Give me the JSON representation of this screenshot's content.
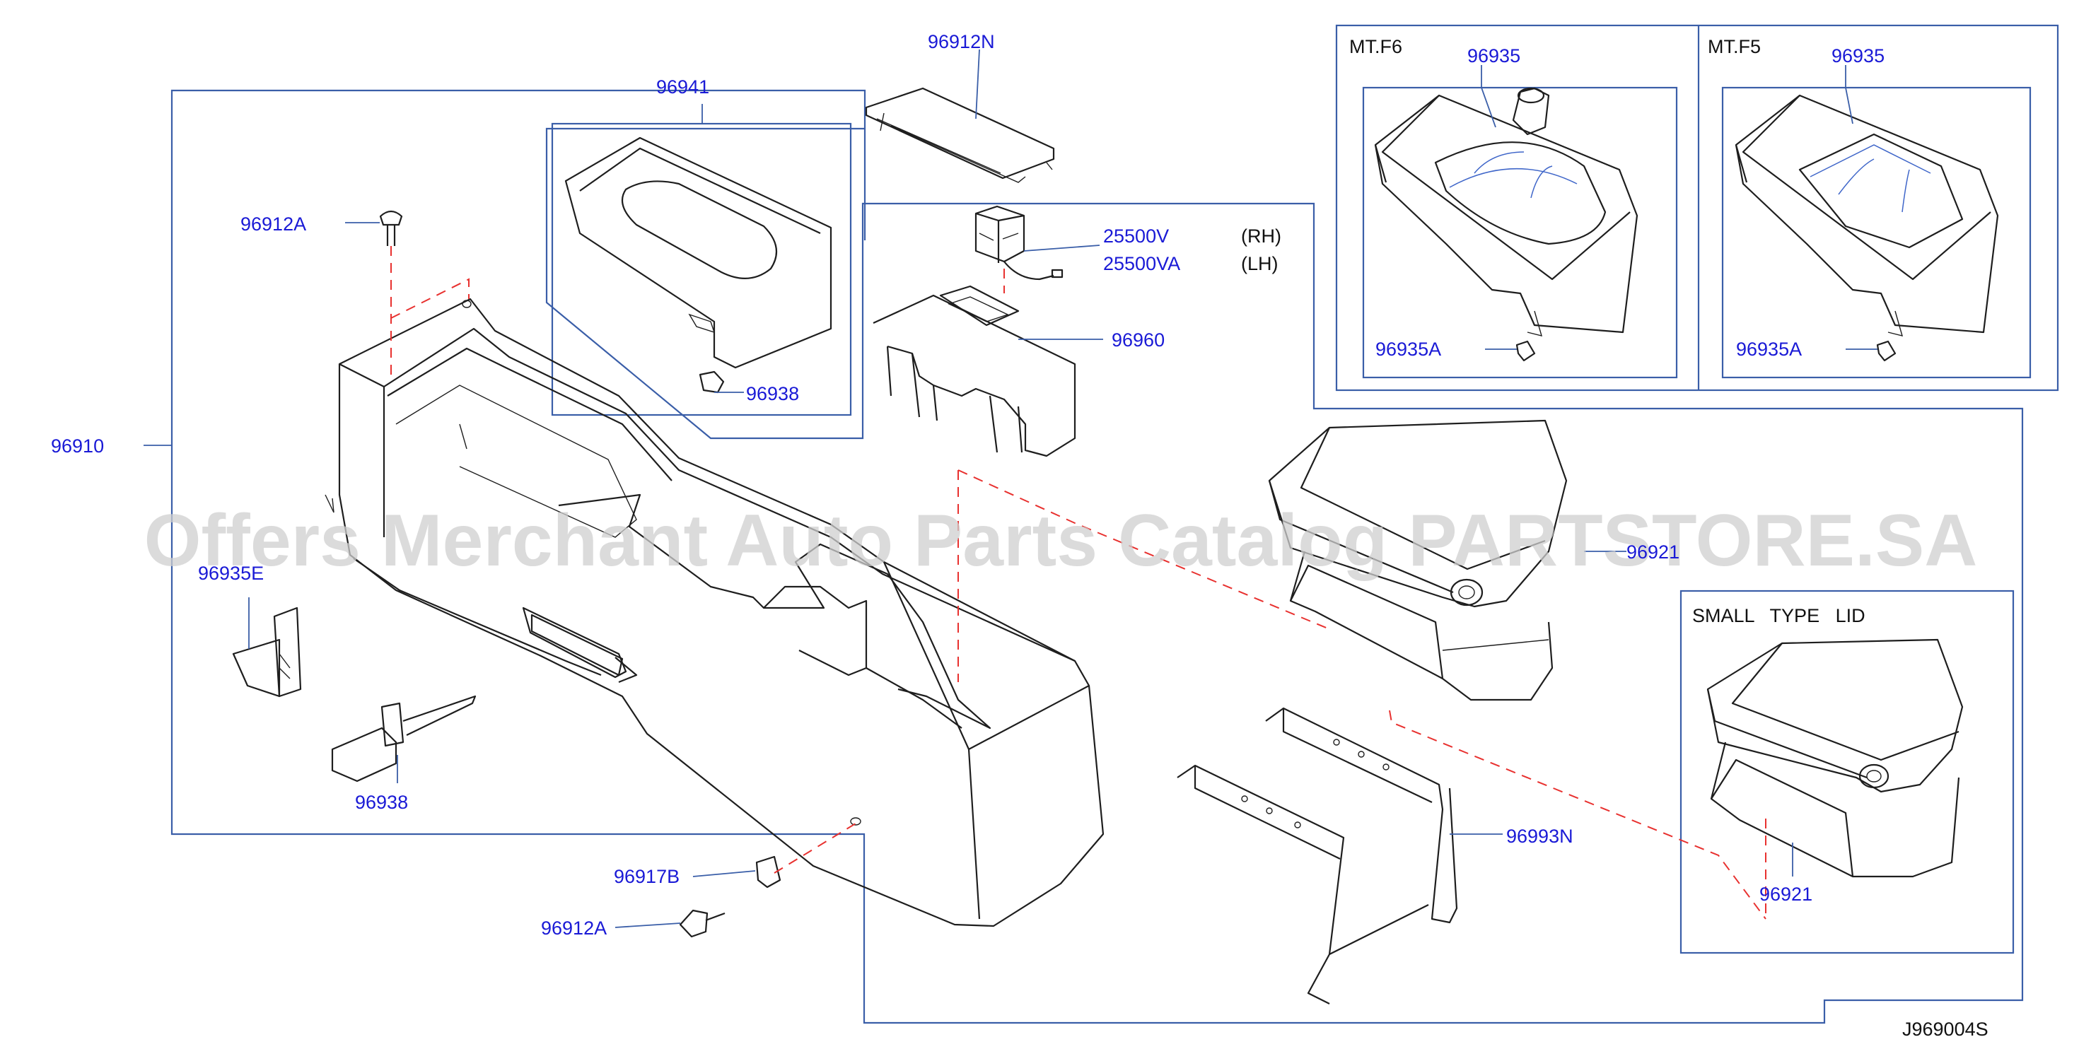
{
  "watermark": "Offers Merchant Auto Parts Catalog PARTSTORE.SA",
  "diagram_code": "J969004S",
  "part_labels": {
    "p96910": "96910",
    "p96912A_top": "96912A",
    "p96935E": "96935E",
    "p96938_left": "96938",
    "p96917B": "96917B",
    "p96912A_bottom": "96912A",
    "p96941": "96941",
    "p96938_upper": "96938",
    "p96912N": "96912N",
    "p25500V": "25500V",
    "p25500VA": "25500VA",
    "p96960": "96960",
    "p96921_main": "96921",
    "p96993N": "96993N",
    "p96921_small": "96921",
    "p96935_f6": "96935",
    "p96935A_f6": "96935A",
    "p96935_f5": "96935",
    "p96935A_f5": "96935A"
  },
  "side_labels": {
    "rh": "(RH)",
    "lh": "(LH)"
  },
  "variant_labels": {
    "mt_f6": "MT.F6",
    "mt_f5": "MT.F5",
    "small_type_lid": "SMALL   TYPE   LID"
  }
}
